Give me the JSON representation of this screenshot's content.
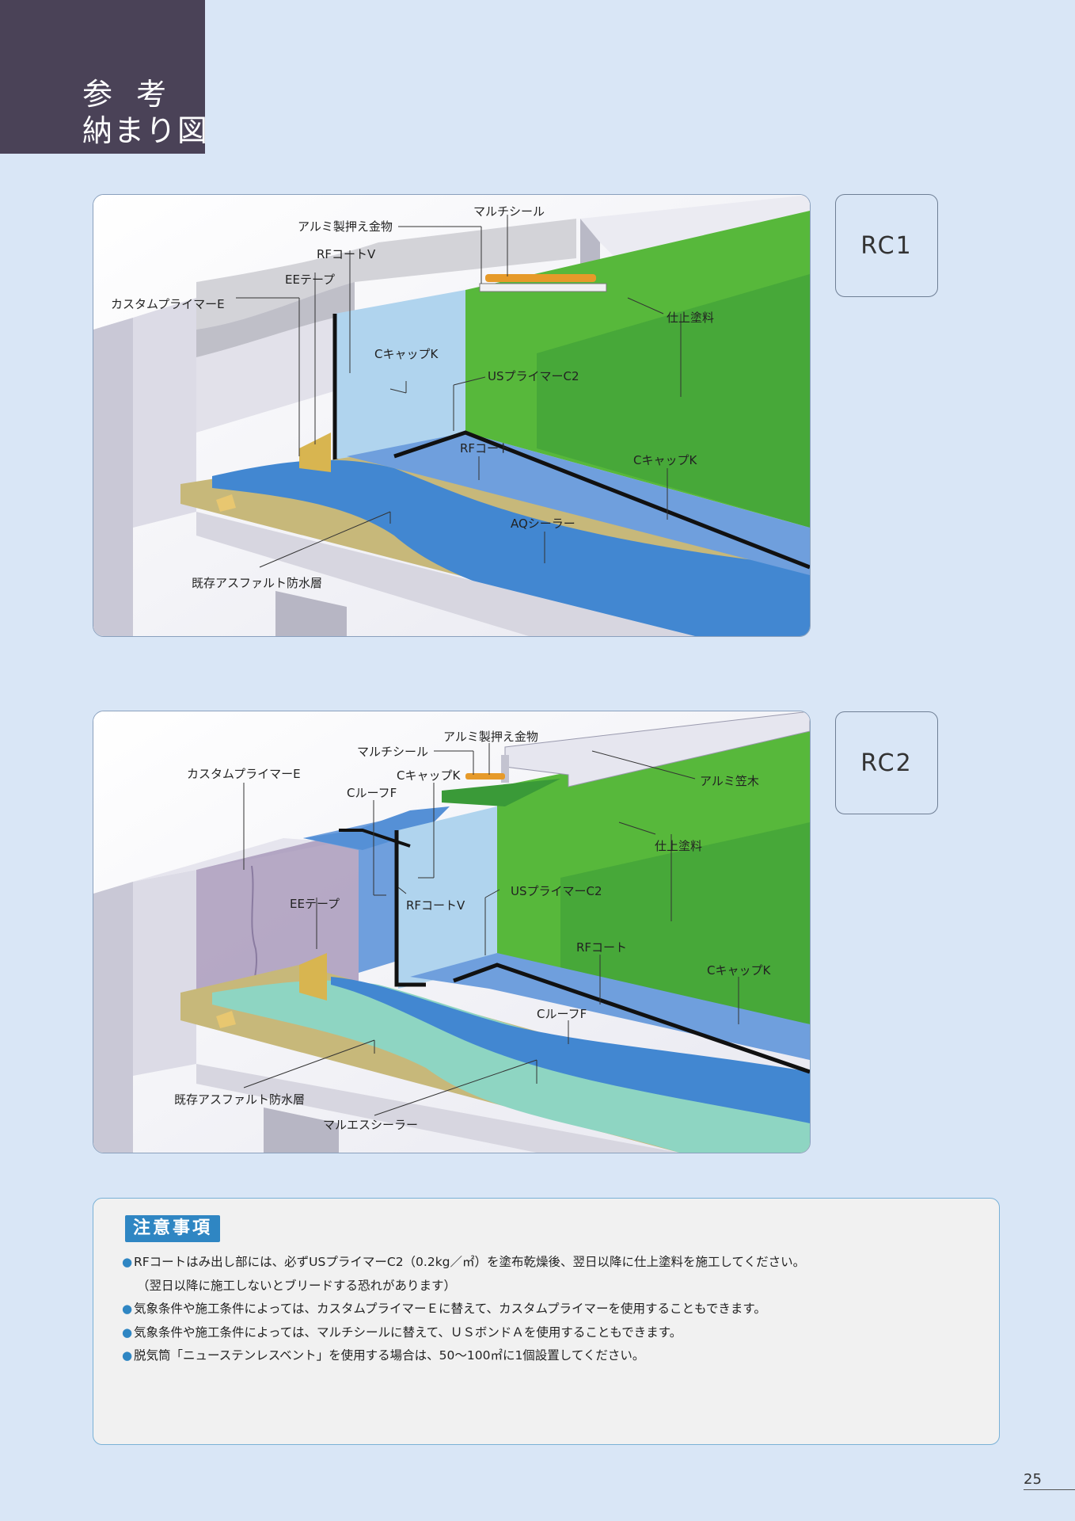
{
  "header": {
    "title_line1": "参考",
    "title_line2": "納まり図"
  },
  "diagrams": [
    {
      "id": "RC1",
      "labels": {
        "multi_seal": "マルチシール",
        "alumi_press": "アルミ製押え金物",
        "rf_coat_v": "RFコートV",
        "ee_tape": "EEテープ",
        "custom_primer_e": "カスタムプライマーE",
        "finish_paint": "仕上塗料",
        "c_cap_k_wall": "CキャップK",
        "us_primer_c2": "USプライマーC2",
        "rf_coat": "RFコート",
        "c_cap_k_floor": "CキャップK",
        "aq_sealer": "AQシーラー",
        "asphalt_layer": "既存アスファルト防水層"
      }
    },
    {
      "id": "RC2",
      "labels": {
        "alumi_press": "アルミ製押え金物",
        "multi_seal": "マルチシール",
        "custom_primer_e": "カスタムプライマーE",
        "c_cap_k_top": "CキャップK",
        "c_roof_f_top": "CルーフF",
        "alumi_coping": "アルミ笠木",
        "finish_paint": "仕上塗料",
        "ee_tape": "EEテープ",
        "rf_coat_v": "RFコートV",
        "us_primer_c2": "USプライマーC2",
        "rf_coat": "RFコート",
        "c_cap_k_floor": "CキャップK",
        "c_roof_f_floor": "CルーフF",
        "asphalt_layer": "既存アスファルト防水層",
        "marues_sealer": "マルエスシーラー"
      }
    }
  ],
  "colors": {
    "green": "#57b83b",
    "green_dark": "#3a9a38",
    "light_blue": "#b0d4ee",
    "mid_blue": "#6f9fdd",
    "blue": "#4287d1",
    "tan": "#c7b87a",
    "yellow": "#d8b550",
    "teal": "#8ed5c2",
    "purple": "#a595b8"
  },
  "notes": {
    "heading": "注意事項",
    "items": [
      "RFコートはみ出し部には、必ずUSプライマーC2（0.2kg／㎡）を塗布乾燥後、翌日以降に仕上塗料を施工してください。",
      "気象条件や施工条件によっては、カスタムプライマーＥに替えて、カスタムプライマーを使用することもできます。",
      "気象条件や施工条件によっては、マルチシールに替えて、ＵＳボンドＡを使用することもできます。",
      "脱気筒「ニューステンレスベント」を使用する場合は、50〜100㎡に1個設置してください。"
    ],
    "item1_continuation": "（翌日以降に施工しないとブリードする恐れがあります）"
  },
  "page_number": "25"
}
